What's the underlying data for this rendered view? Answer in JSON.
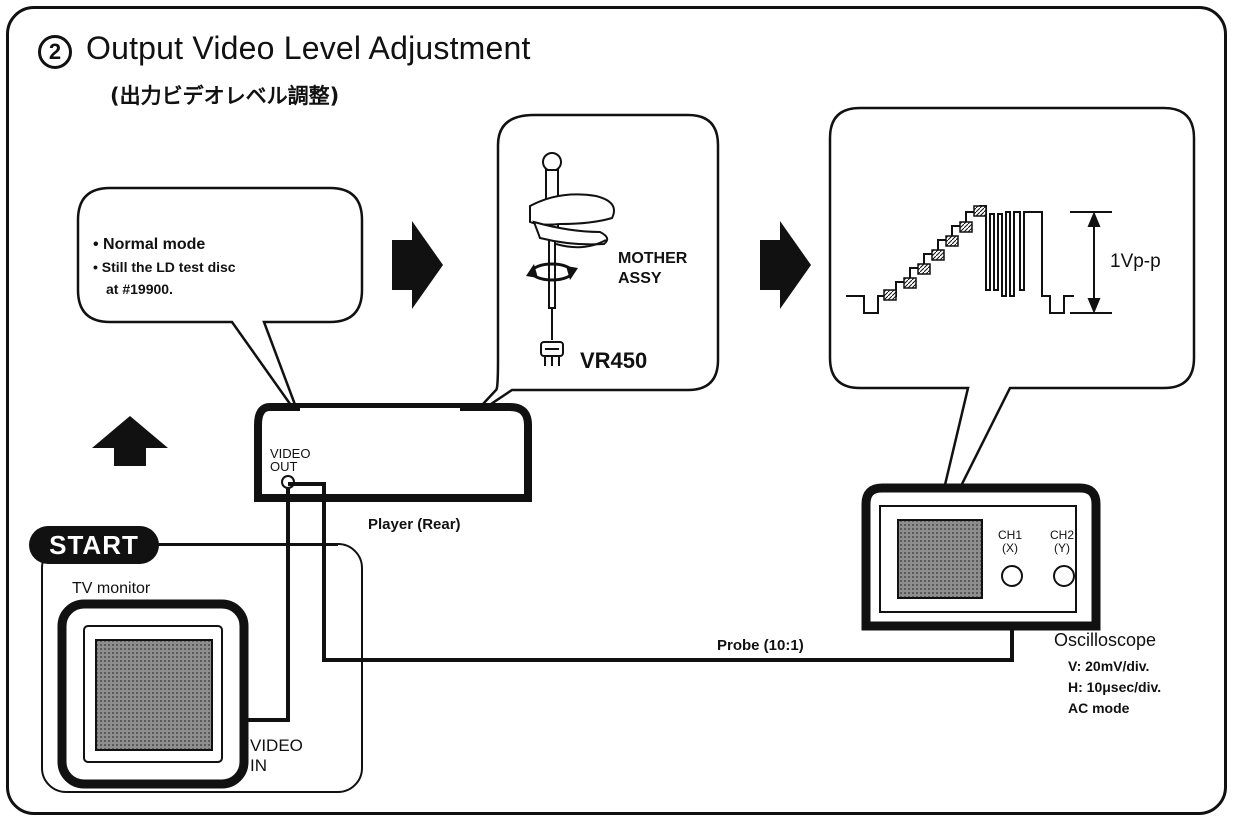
{
  "title": {
    "number": "2",
    "main": "Output Video Level Adjustment",
    "japanese": "(出力ビデオレベル調整)"
  },
  "condition": {
    "line1": "• Normal mode",
    "line2": "• Still the LD test disc",
    "line3": "at #19900."
  },
  "adjustment": {
    "location_line1": "MOTHER",
    "location_line2": "ASSY",
    "control": "VR450"
  },
  "player": {
    "jack_line1": "VIDEO",
    "jack_line2": "OUT",
    "caption": "Player (Rear)"
  },
  "start_label": "START",
  "tv": {
    "caption": "TV monitor",
    "jack_line1": "VIDEO",
    "jack_line2": "IN"
  },
  "probe_label": "Probe (10:1)",
  "waveform_label": "1Vp-p",
  "oscilloscope": {
    "ch1_line1": "CH1",
    "ch1_line2": "(X)",
    "ch2_line1": "CH2",
    "ch2_line2": "(Y)",
    "caption": "Oscilloscope",
    "setting1": "V: 20mV/div.",
    "setting2": "H: 10μsec/div.",
    "setting3": "AC mode"
  }
}
